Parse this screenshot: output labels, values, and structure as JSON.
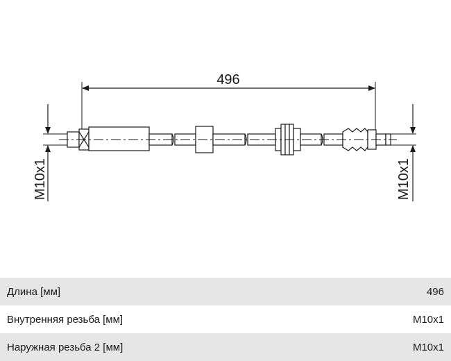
{
  "drawing": {
    "length_label": "496",
    "left_thread_label": "M10x1",
    "right_thread_label": "M10x1"
  },
  "specs": [
    {
      "label": "Длина [мм]",
      "value": "496"
    },
    {
      "label": "Внутренняя резьба [мм]",
      "value": "M10x1"
    },
    {
      "label": "Наружная резьба 2 [мм]",
      "value": "M10x1"
    }
  ]
}
